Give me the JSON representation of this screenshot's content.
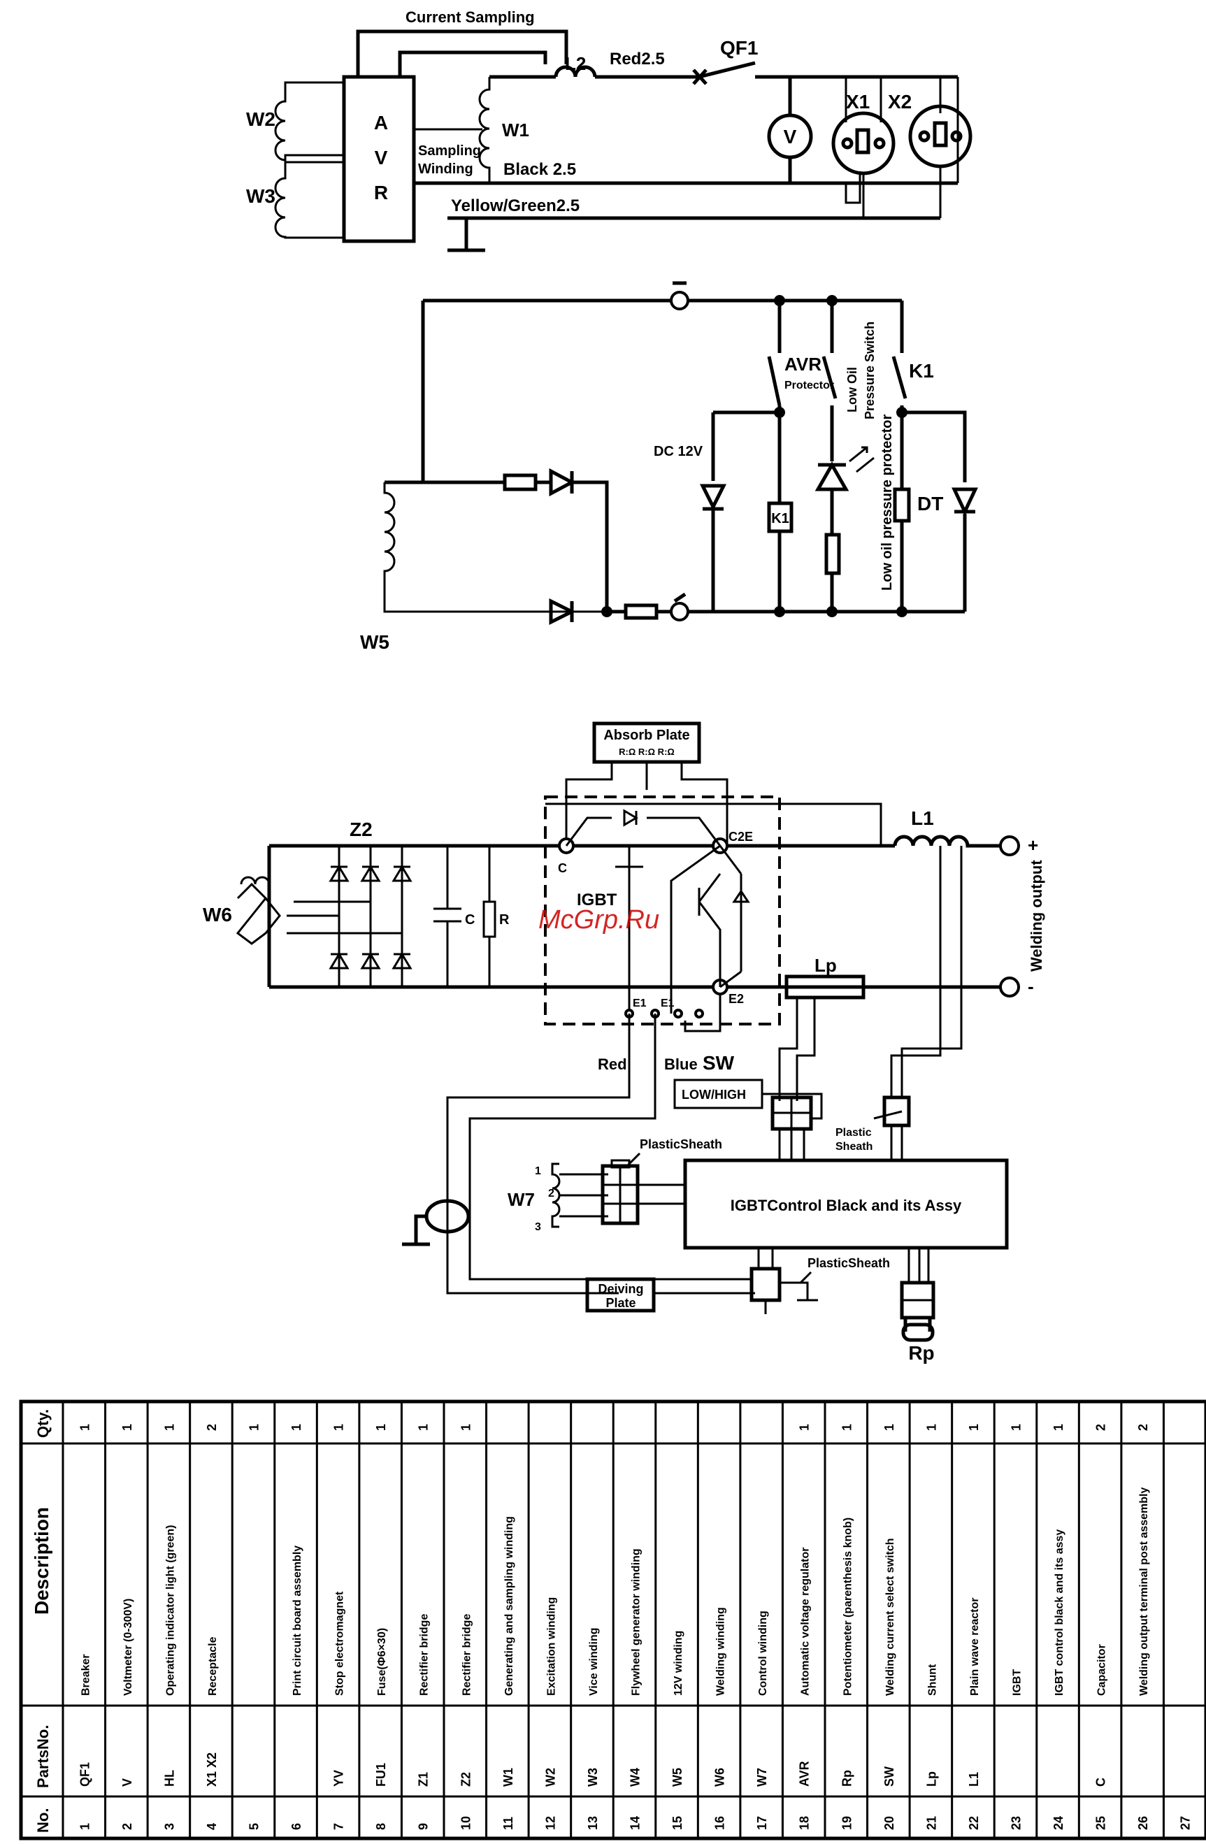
{
  "diagram1": {
    "current_sampling": "Current Sampling",
    "l2": "L2",
    "red": "Red2.5",
    "qf1": "QF1",
    "x1": "X1",
    "x2": "X2",
    "v": "V",
    "w2": "W2",
    "w3": "W3",
    "avr_a": "A",
    "avr_v": "V",
    "avr_r": "R",
    "w1": "W1",
    "sampling": "Sampling",
    "winding": "Winding",
    "black": "Black 2.5",
    "yellow": "Yellow/Green2.5"
  },
  "diagram2": {
    "avr": "AVR",
    "protector": "Protector",
    "low_oil": "Low Oil",
    "pressure_switch": "Pressure Switch",
    "k1": "K1",
    "dc": "DC 12V",
    "k1_box": "K1",
    "dt": "DT",
    "low_oil_protector": "Low oil pressure protector",
    "w5": "W5"
  },
  "diagram3": {
    "absorb_plate": "Absorb Plate",
    "absorb_sub": "R:Ω R:Ω R:Ω",
    "z2": "Z2",
    "w6": "W6",
    "c": "C",
    "r": "R",
    "igbt": "IGBT",
    "c_term": "C",
    "c2e": "C2E",
    "e1": "E1",
    "e1b": "E1",
    "e2": "E2",
    "l1": "L1",
    "lp": "Lp",
    "plus": "+",
    "minus": "-",
    "welding_output": "Welding output",
    "red": "Red",
    "blue": "Blue",
    "sw": "SW",
    "low_high": "LOW/HIGH",
    "plastic_sheath_1": "Plastic",
    "plastic_sheath_1b": "Sheath",
    "plastic_sheath_2": "PlasticSheath",
    "plastic_sheath_3": "PlasticSheath",
    "w7": "W7",
    "w7_1": "1",
    "w7_2": "2",
    "w7_3": "3",
    "control_block": "IGBTControl Black and its Assy",
    "driving_plate_1": "Deiving",
    "driving_plate_2": "Plate",
    "rp": "Rp"
  },
  "watermark": "McGrp.Ru",
  "table": {
    "headers": {
      "no": "No.",
      "parts": "PartsNo.",
      "desc": "Description",
      "qty": "Qty."
    },
    "rows": [
      {
        "no": "1",
        "parts": "QF1",
        "desc": "Breaker",
        "qty": "1"
      },
      {
        "no": "2",
        "parts": "V",
        "desc": "Voltmeter (0-300V)",
        "qty": "1"
      },
      {
        "no": "3",
        "parts": "HL",
        "desc": "Operating indicator light (green)",
        "qty": "1"
      },
      {
        "no": "4",
        "parts": "X1  X2",
        "desc": "Receptacle",
        "qty": "2"
      },
      {
        "no": "5",
        "parts": "",
        "desc": "",
        "qty": "1"
      },
      {
        "no": "6",
        "parts": "",
        "desc": "Print circuit board assembly",
        "qty": "1"
      },
      {
        "no": "7",
        "parts": "YV",
        "desc": "Stop electromagnet",
        "qty": "1"
      },
      {
        "no": "8",
        "parts": "FU1",
        "desc": "Fuse(Φ6×30)",
        "qty": "1"
      },
      {
        "no": "9",
        "parts": "Z1",
        "desc": "Rectifier bridge",
        "qty": "1"
      },
      {
        "no": "10",
        "parts": "Z2",
        "desc": "Rectifier bridge",
        "qty": "1"
      },
      {
        "no": "11",
        "parts": "W1",
        "desc": "Generating and sampling winding",
        "qty": ""
      },
      {
        "no": "12",
        "parts": "W2",
        "desc": "Excitation winding",
        "qty": ""
      },
      {
        "no": "13",
        "parts": "W3",
        "desc": "Vice winding",
        "qty": ""
      },
      {
        "no": "14",
        "parts": "W4",
        "desc": "Flywheel generator winding",
        "qty": ""
      },
      {
        "no": "15",
        "parts": "W5",
        "desc": "12V winding",
        "qty": ""
      },
      {
        "no": "16",
        "parts": "W6",
        "desc": "Welding winding",
        "qty": ""
      },
      {
        "no": "17",
        "parts": "W7",
        "desc": "Control winding",
        "qty": ""
      },
      {
        "no": "18",
        "parts": "AVR",
        "desc": "Automatic voltage regulator",
        "qty": "1"
      },
      {
        "no": "19",
        "parts": "Rp",
        "desc": "Potentiometer (parenthesis knob)",
        "qty": "1"
      },
      {
        "no": "20",
        "parts": "SW",
        "desc": "Welding current select switch",
        "qty": "1"
      },
      {
        "no": "21",
        "parts": "Lp",
        "desc": "Shunt",
        "qty": "1"
      },
      {
        "no": "22",
        "parts": "L1",
        "desc": "Plain wave reactor",
        "qty": "1"
      },
      {
        "no": "23",
        "parts": "",
        "desc": "IGBT",
        "qty": "1"
      },
      {
        "no": "24",
        "parts": "",
        "desc": "IGBT control black and its assy",
        "qty": "1"
      },
      {
        "no": "25",
        "parts": "C",
        "desc": "Capacitor",
        "qty": "2"
      },
      {
        "no": "26",
        "parts": "",
        "desc": "Welding output terminal post assembly",
        "qty": "2"
      },
      {
        "no": "27",
        "parts": "",
        "desc": "",
        "qty": ""
      }
    ]
  }
}
